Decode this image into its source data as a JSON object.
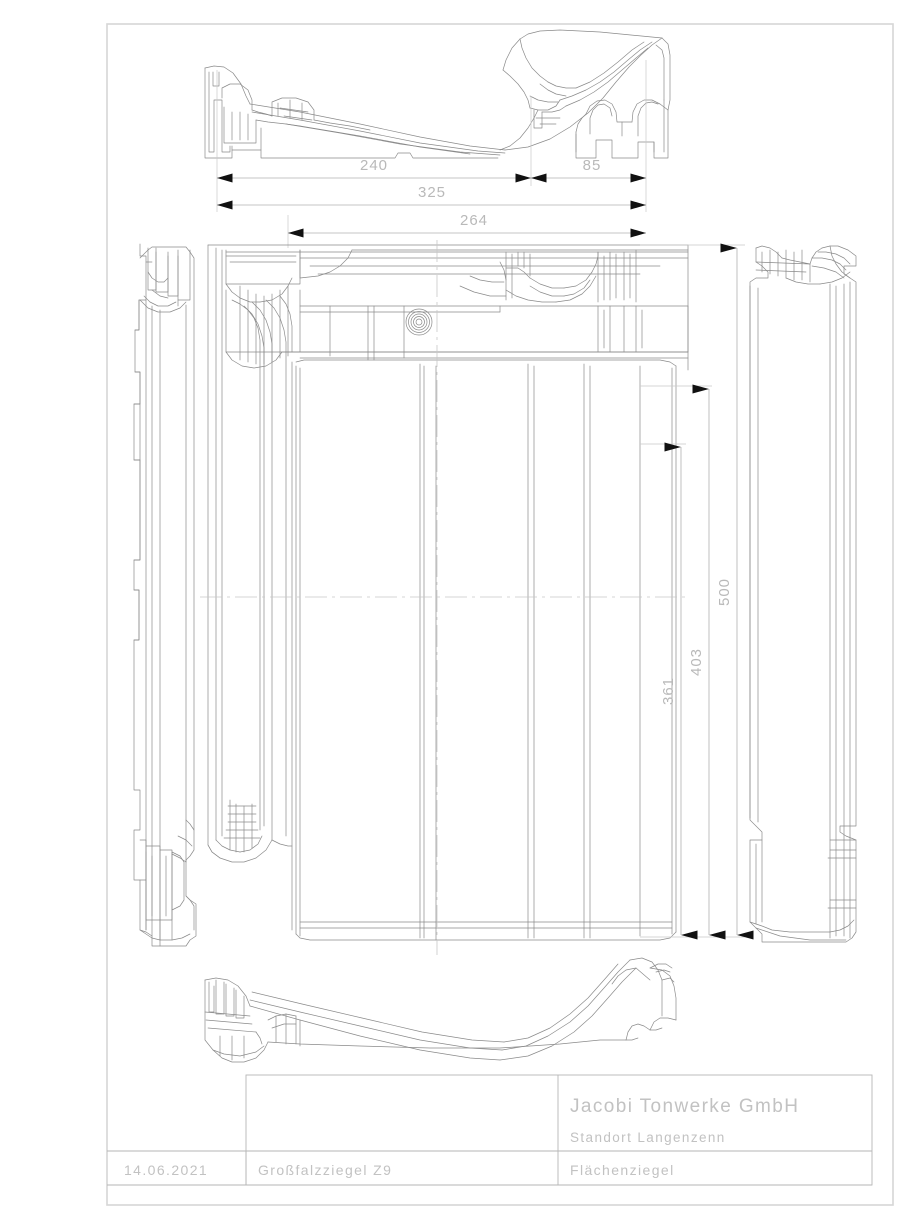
{
  "document": {
    "type": "technical-drawing",
    "sheet_background": "#ffffff",
    "border_color": "#d2d2d2",
    "line_color": "#8f8f8f",
    "dimension_text_color": "#b9b9b9",
    "title_text_color": "#c2c2c2"
  },
  "dimensions": {
    "horizontal": [
      {
        "id": "dim-240",
        "label": "240",
        "value": 240,
        "unit": "mm",
        "orientation": "horizontal"
      },
      {
        "id": "dim-85",
        "label": "85",
        "value": 85,
        "unit": "mm",
        "orientation": "horizontal"
      },
      {
        "id": "dim-325",
        "label": "325",
        "value": 325,
        "unit": "mm",
        "orientation": "horizontal"
      },
      {
        "id": "dim-264",
        "label": "264",
        "value": 264,
        "unit": "mm",
        "orientation": "horizontal"
      }
    ],
    "vertical": [
      {
        "id": "dim-361",
        "label": "361",
        "value": 361,
        "unit": "mm",
        "orientation": "vertical"
      },
      {
        "id": "dim-403",
        "label": "403",
        "value": 403,
        "unit": "mm",
        "orientation": "vertical"
      },
      {
        "id": "dim-500",
        "label": "500",
        "value": 500,
        "unit": "mm",
        "orientation": "vertical"
      }
    ]
  },
  "title_block": {
    "company_name": "Jacobi Tonwerke GmbH",
    "location": "Standort Langenzenn",
    "date": "14.06.2021",
    "product": "Großfalzziegel Z9",
    "category": "Flächenziegel"
  },
  "views": {
    "top_section": "top-cross-section-view",
    "left_side": "left-side-profile-view",
    "main_plan": "main-plan-view",
    "right_side": "right-side-profile-view",
    "bottom_section": "bottom-cross-section-view"
  }
}
